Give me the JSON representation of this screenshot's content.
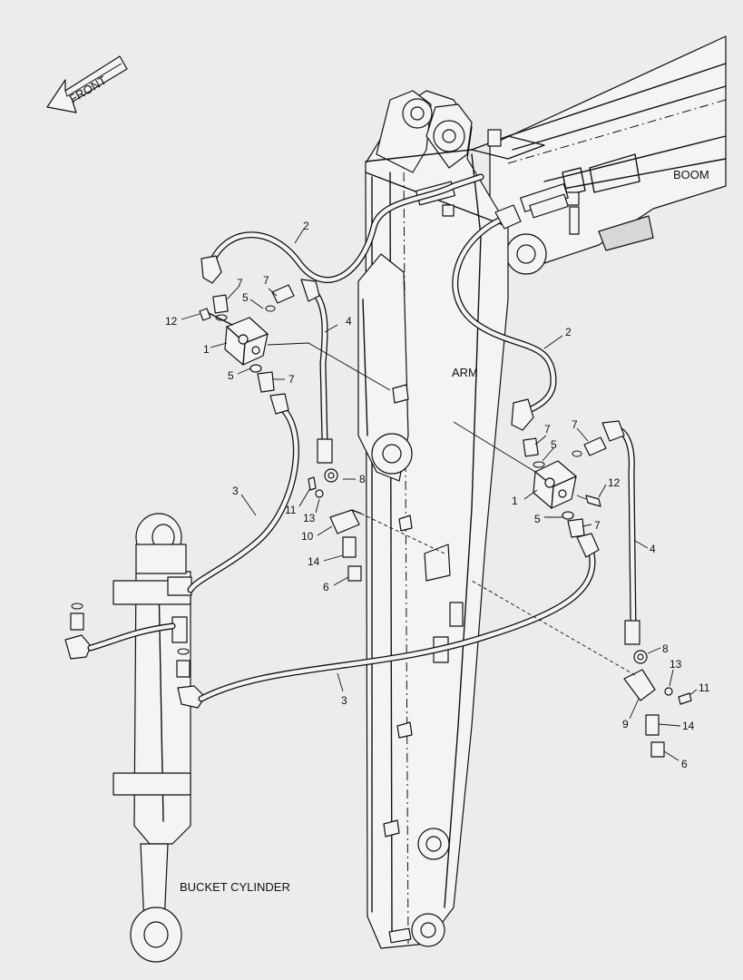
{
  "labels": {
    "front": "FRONT",
    "boom": "BOOM",
    "arm": "ARM",
    "bucket_cylinder": "BUCKET CYLINDER"
  },
  "callouts": {
    "l_hose_2": "2",
    "l_fit_7a": "7",
    "l_fit_7b": "7",
    "l_hose_4": "4",
    "l_bolt_12": "12",
    "l_oring_5a": "5",
    "l_block_1": "1",
    "l_oring_5b": "5",
    "l_fit_7c": "7",
    "l_hose_3": "3",
    "l_nut_8": "8",
    "l_bolt_11": "11",
    "l_washer_13": "13",
    "l_bracket_10": "10",
    "l_fit_14": "14",
    "l_plug_6": "6",
    "r_hose_2": "2",
    "r_fit_7a": "7",
    "r_fit_7b": "7",
    "r_oring_5a": "5",
    "r_bolt_12": "12",
    "r_block_1": "1",
    "r_oring_5b": "5",
    "r_fit_7c": "7",
    "r_hose_4": "4",
    "r_nut_8": "8",
    "r_washer_13": "13",
    "r_bolt_11": "11",
    "r_bracket_9": "9",
    "r_fit_14": "14",
    "r_plug_6": "6",
    "b_hose_3": "3"
  }
}
